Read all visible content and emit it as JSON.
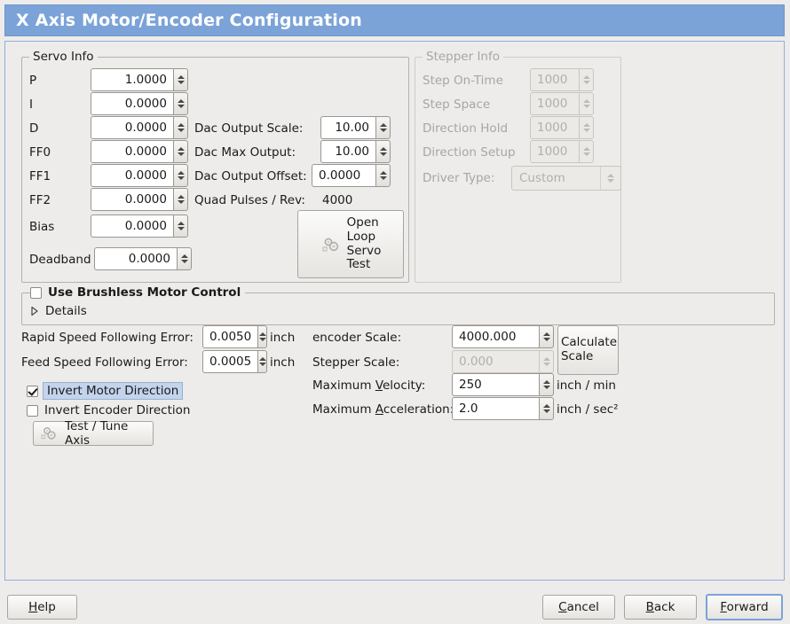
{
  "window": {
    "title": "X Axis Motor/Encoder Configuration"
  },
  "servo_info": {
    "legend": "Servo Info",
    "fields": [
      {
        "label": "P",
        "value": "1.0000"
      },
      {
        "label": "I",
        "value": "0.0000"
      },
      {
        "label": "D",
        "value": "0.0000"
      },
      {
        "label": "FF0",
        "value": "0.0000"
      },
      {
        "label": "FF1",
        "value": "0.0000"
      },
      {
        "label": "FF2",
        "value": "0.0000"
      },
      {
        "label": "Bias",
        "value": "0.0000"
      },
      {
        "label": "Deadband",
        "value": "0.0000"
      }
    ],
    "dac": [
      {
        "label": "Dac Output Scale:",
        "value": "10.00"
      },
      {
        "label": "Dac Max Output:",
        "value": "10.00"
      },
      {
        "label": "Dac Output Offset:",
        "value": "0.0000"
      }
    ],
    "quad_pulses_label": "Quad Pulses / Rev:",
    "quad_pulses_value": "4000",
    "open_loop_button": [
      "Open",
      "Loop",
      "Servo",
      "Test"
    ]
  },
  "stepper_info": {
    "legend": "Stepper Info",
    "enabled": false,
    "fields": [
      {
        "label": "Step On-Time",
        "value": "1000"
      },
      {
        "label": "Step Space",
        "value": "1000"
      },
      {
        "label": "Direction Hold",
        "value": "1000"
      },
      {
        "label": "Direction Setup",
        "value": "1000"
      }
    ],
    "driver_type_label": "Driver Type:",
    "driver_type_value": "Custom"
  },
  "brushless": {
    "checkbox_label": "Use Brushless Motor Control",
    "checked": false,
    "details_label": "Details",
    "details_expanded": false
  },
  "errors": {
    "rapid_label": "Rapid Speed Following Error:",
    "rapid_value": "0.0050",
    "rapid_unit": "inch",
    "feed_label": "Feed Speed Following Error:",
    "feed_value": "0.0005",
    "feed_unit": "inch"
  },
  "invert": {
    "motor_label": "Invert Motor Direction",
    "motor_checked": true,
    "motor_focused": true,
    "encoder_label": "Invert Encoder Direction",
    "encoder_checked": false
  },
  "test_tune_button": "Test / Tune Axis",
  "scales": {
    "encoder_label": "encoder Scale:",
    "encoder_value": "4000.000",
    "stepper_label": "Stepper Scale:",
    "stepper_value": "0.000",
    "stepper_enabled": false,
    "calculate_button": [
      "Calculate",
      "Scale"
    ],
    "max_velocity_label_pre": "Maximum ",
    "max_velocity_label_key": "V",
    "max_velocity_label_post": "elocity:",
    "max_velocity_value": "250",
    "max_velocity_unit": "inch / min",
    "max_accel_label_pre": "Maximum ",
    "max_accel_label_key": "A",
    "max_accel_label_post": "cceleration:",
    "max_accel_value": "2.0",
    "max_accel_unit": "inch / sec²"
  },
  "footer": {
    "help_pre": "",
    "help_key": "H",
    "help_post": "elp",
    "cancel_pre": "",
    "cancel_key": "C",
    "cancel_post": "ancel",
    "back_pre": "",
    "back_key": "B",
    "back_post": "ack",
    "forward_pre": "",
    "forward_key": "F",
    "forward_post": "orward",
    "default_button": "Forward"
  },
  "colors": {
    "title_bar": "#7ba3d8",
    "panel_bg": "#edecea",
    "panel_border": "#8fb0dc",
    "selection": "#c3d4ec",
    "disabled_text": "#a9a6a1"
  }
}
